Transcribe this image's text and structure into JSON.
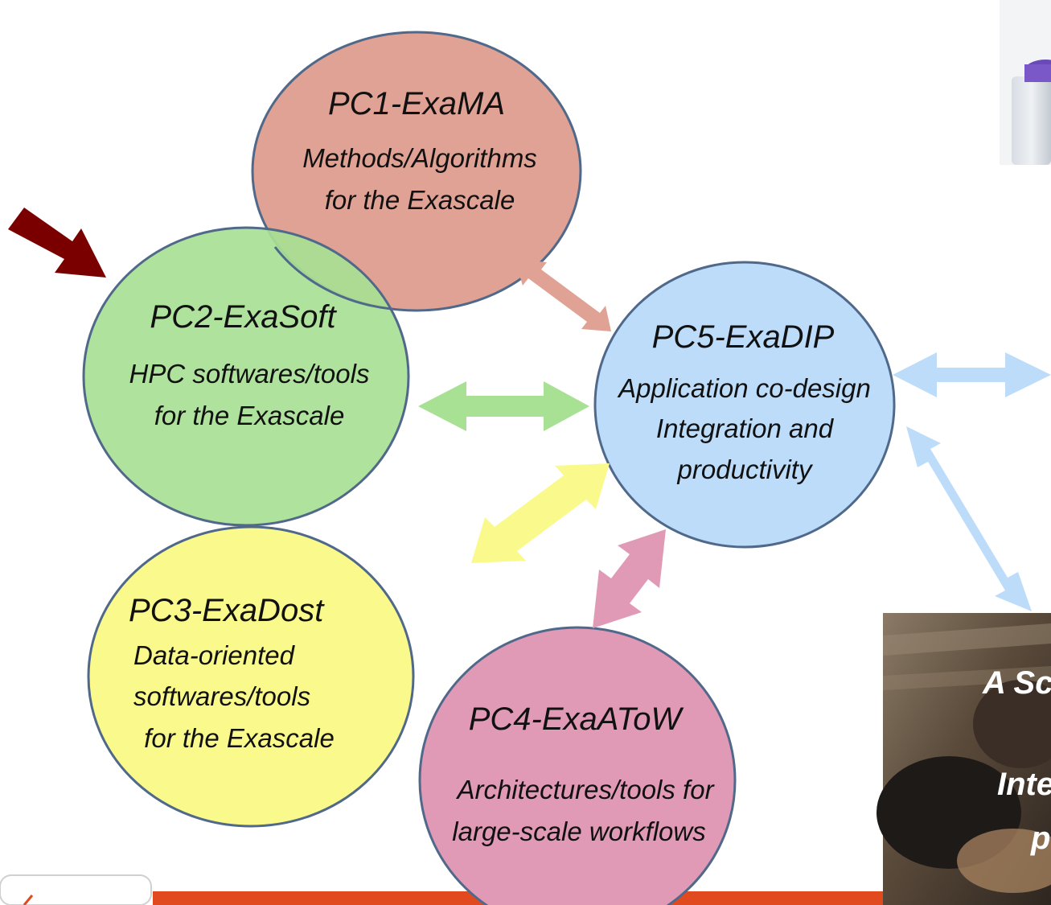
{
  "colors": {
    "pc1": "#e0a294",
    "pc2": "#a8e094",
    "pc3": "#fafa8c",
    "pc4": "#e09ab6",
    "pc5": "#bcdcfa",
    "outline": "#50698a",
    "highlight_arrow": "#7a0000",
    "footer_bar": "#e04a1e"
  },
  "nodes": {
    "pc1": {
      "title": "PC1-ExaMA",
      "lines": [
        "Methods/Algorithms",
        "for the Exascale"
      ]
    },
    "pc2": {
      "title": "PC2-ExaSoft",
      "lines": [
        "HPC softwares/tools",
        "for the Exascale"
      ]
    },
    "pc3": {
      "title": "PC3-ExaDost",
      "lines": [
        "Data-oriented",
        "softwares/tools",
        " for the Exascale"
      ]
    },
    "pc4": {
      "title": "PC4-ExaAToW",
      "lines": [
        "Architectures/tools for",
        "large-scale workflows"
      ]
    },
    "pc5": {
      "title": "PC5-ExaDIP",
      "lines": [
        "Application co-design",
        "Integration and",
        "productivity"
      ]
    }
  },
  "photo_overlay": {
    "line1": "A Sc",
    "line2": "Inte",
    "line3": "p"
  }
}
